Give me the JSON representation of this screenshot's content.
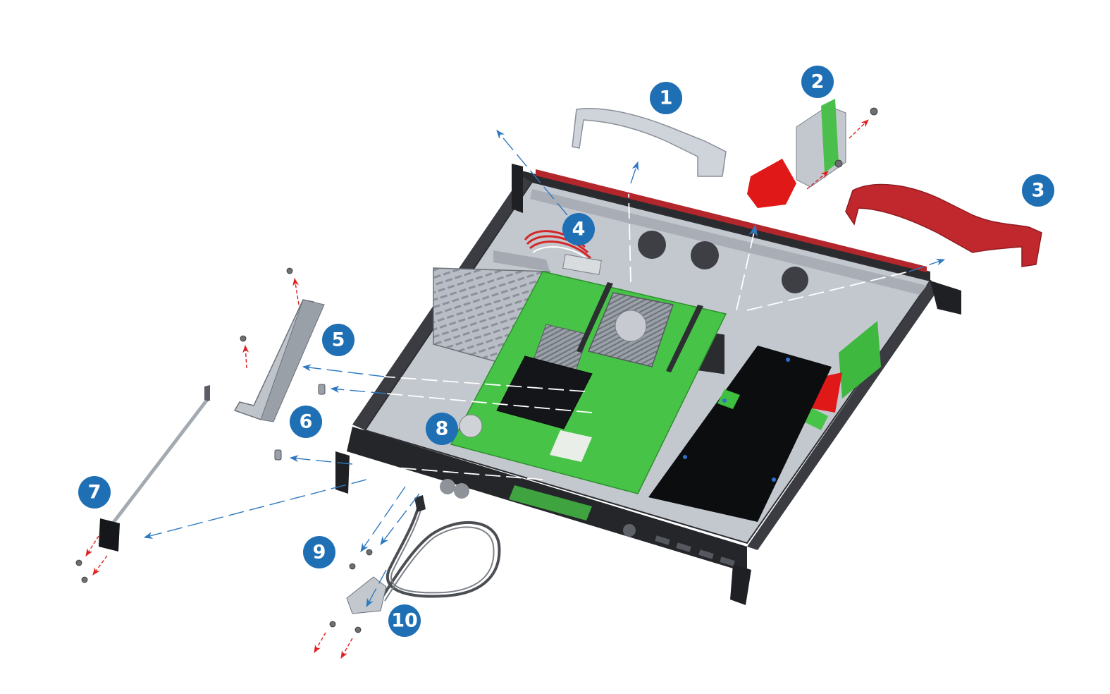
{
  "callouts": [
    {
      "id": "1",
      "label": "1"
    },
    {
      "id": "2",
      "label": "2"
    },
    {
      "id": "3",
      "label": "3"
    },
    {
      "id": "4",
      "label": "4"
    },
    {
      "id": "5",
      "label": "5"
    },
    {
      "id": "6",
      "label": "6"
    },
    {
      "id": "7",
      "label": "7"
    },
    {
      "id": "8",
      "label": "8"
    },
    {
      "id": "9",
      "label": "9"
    },
    {
      "id": "10",
      "label": "10"
    }
  ],
  "colors": {
    "callout": "#1f6fb5",
    "chassis": "#2b2d31",
    "tray": "#b8bdc5",
    "pcb": "#3fbf3f",
    "ribbon_gray": "#c9ced6",
    "ribbon_red": "#c0282e",
    "connector_red": "#e01818",
    "arrow_blue": "#2f79c0",
    "arrow_red": "#e02020"
  }
}
